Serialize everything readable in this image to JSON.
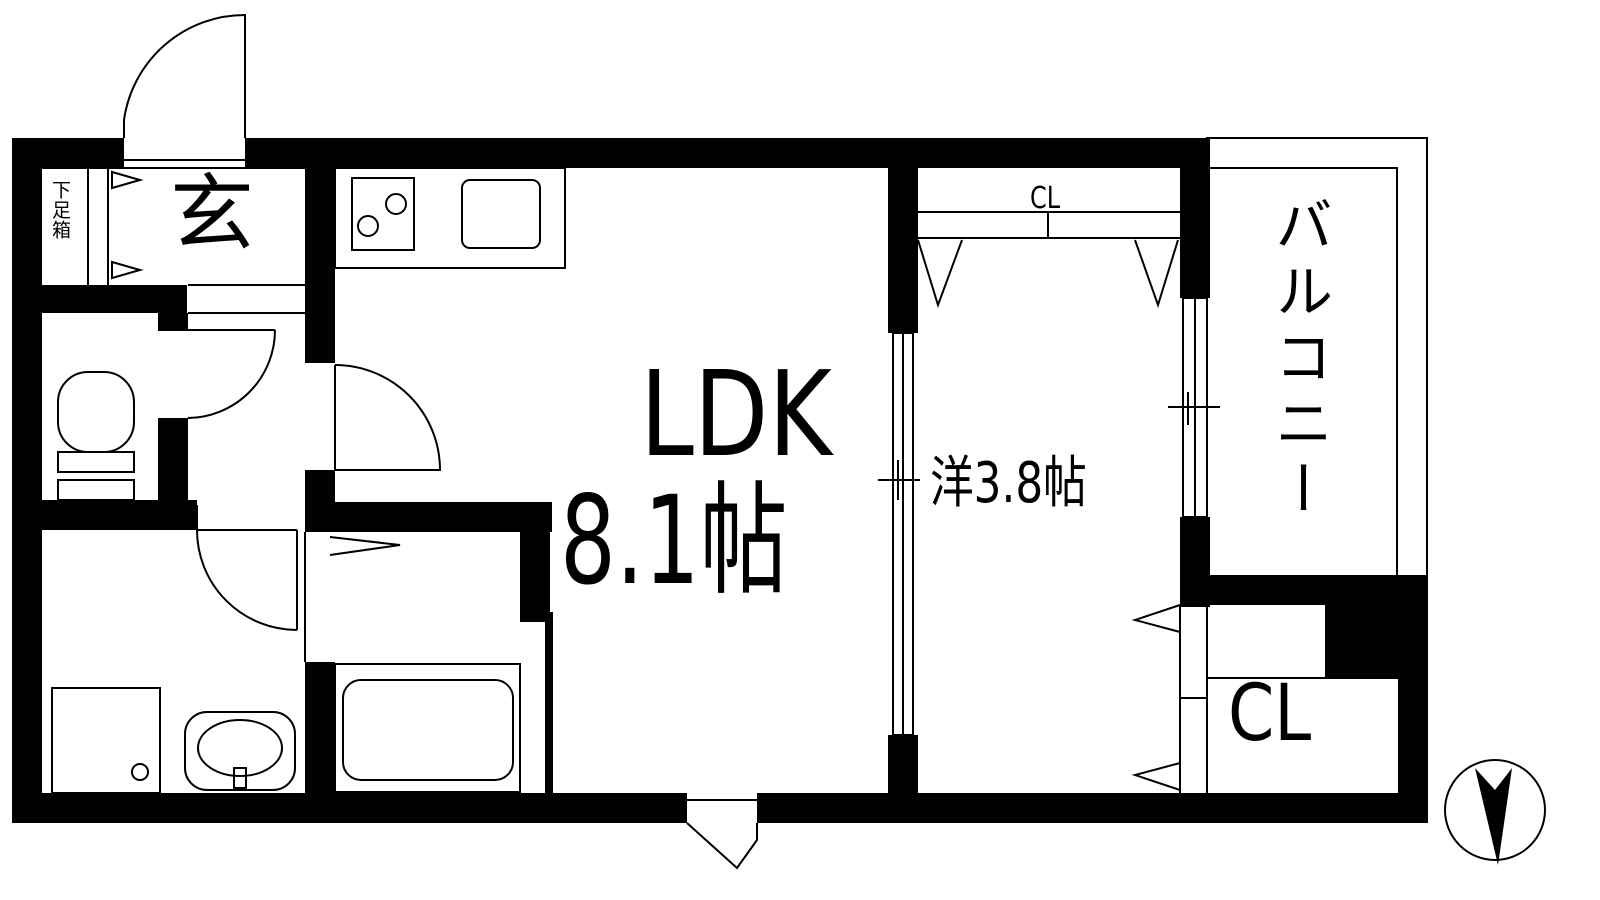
{
  "rooms": {
    "ldk_name": "LDK",
    "ldk_size": "8.1帖",
    "western_room": "洋3.8帖",
    "genkan": "玄",
    "shoe_box": "下足箱",
    "closet_top": "CL",
    "closet_bottom": "CL",
    "balcony": "バルコニー"
  }
}
